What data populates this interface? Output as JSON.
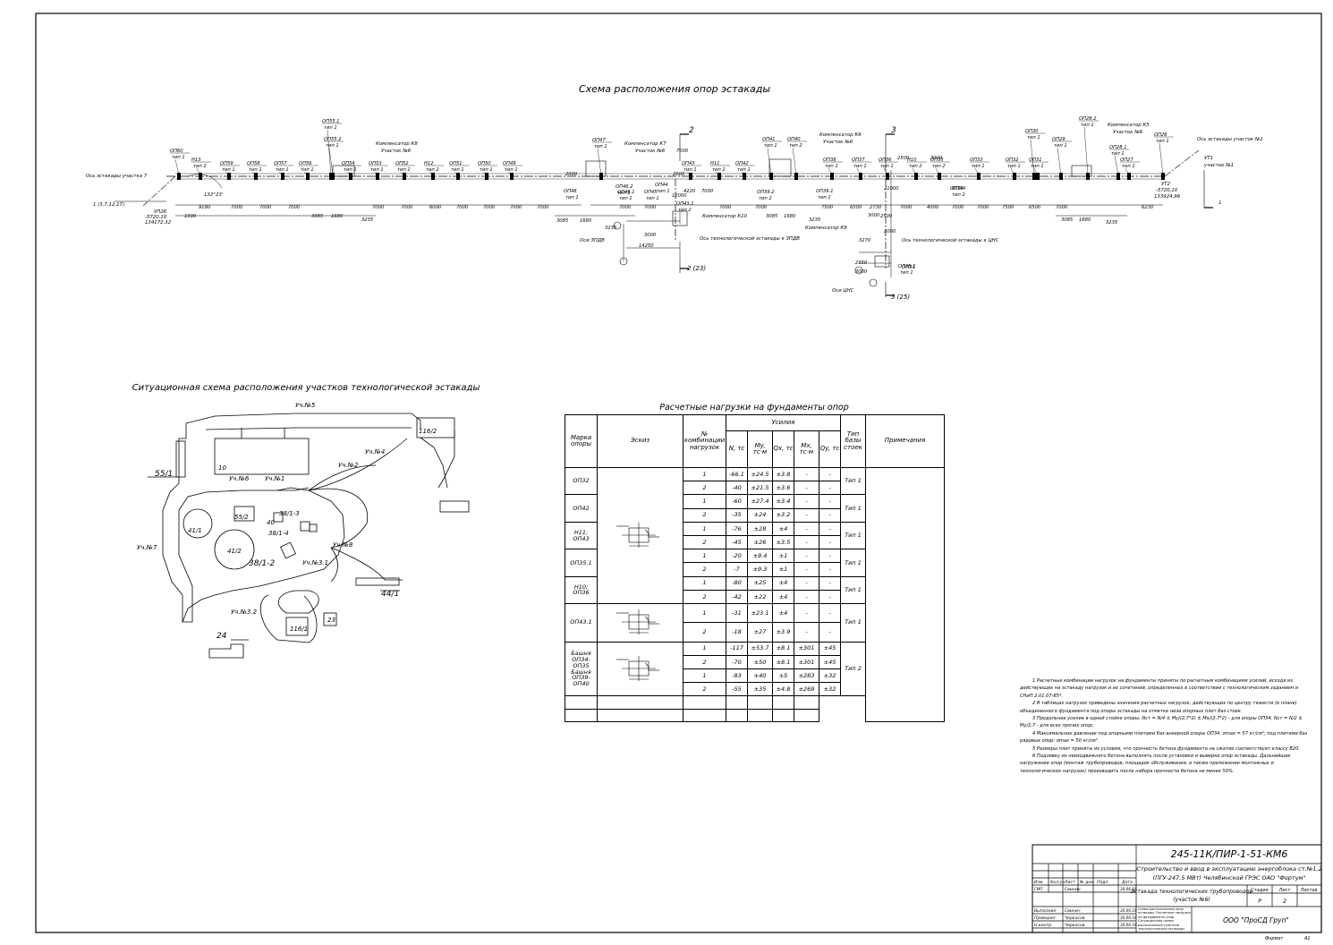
{
  "plan": {
    "title": "Схема расположения опор эстакады",
    "supports_top_left": [
      {
        "name": "ОП60",
        "type": "тип 1"
      },
      {
        "name": "Н13",
        "type": "тип 2"
      },
      {
        "name": "ОП59",
        "type": "тип 1"
      },
      {
        "name": "ОП58",
        "type": "тип 1"
      },
      {
        "name": "ОП57",
        "type": "тип 1"
      },
      {
        "name": "ОП56",
        "type": "тип 1"
      },
      {
        "name": "ОП55.1",
        "type": "тип 1"
      },
      {
        "name": "ОП55.2",
        "type": "тип 1"
      },
      {
        "name": "ОП54",
        "type": "тип 1"
      },
      {
        "name": "ОП53",
        "type": "тип 1"
      },
      {
        "name": "ОП52",
        "type": "тип 1"
      },
      {
        "name": "Н12",
        "type": "тип 2"
      },
      {
        "name": "ОП51",
        "type": "тип 1"
      },
      {
        "name": "ОП50",
        "type": "тип 1"
      },
      {
        "name": "ОП49",
        "type": "тип 1"
      }
    ],
    "supports_top_right": [
      {
        "name": "ОП47",
        "type": "тип 1"
      },
      {
        "name": "ОП43",
        "type": "тип 1"
      },
      {
        "name": "Н11",
        "type": "тип 2"
      },
      {
        "name": "ОП42",
        "type": "тип 1"
      },
      {
        "name": "ОП41",
        "type": "тип 1"
      },
      {
        "name": "ОП40",
        "type": "тип 2"
      },
      {
        "name": "ОП38",
        "type": "тип 1"
      },
      {
        "name": "ОП37",
        "type": "тип 1"
      },
      {
        "name": "ОП36",
        "type": "тип 1"
      },
      {
        "name": "Н10",
        "type": "тип 2"
      },
      {
        "name": "ОП35",
        "type": "тип 2"
      },
      {
        "name": "ОП33",
        "type": "тип 1"
      },
      {
        "name": "ОП32",
        "type": "тип 1"
      },
      {
        "name": "ОП31",
        "type": "тип 1"
      },
      {
        "name": "ОП30",
        "type": "тип 1"
      },
      {
        "name": "ОП29",
        "type": "тип 1"
      },
      {
        "name": "ОП28.2",
        "type": "тип 1"
      },
      {
        "name": "ОП28.1",
        "type": "тип 1"
      },
      {
        "name": "ОП27",
        "type": "тип 1"
      },
      {
        "name": "ОП26",
        "type": "тип 1"
      }
    ],
    "supports_bottom": [
      {
        "name": "ОП48",
        "type": "тип 1"
      },
      {
        "name": "ОП46.2",
        "type": "тип 1"
      },
      {
        "name": "ОП46.1",
        "type": "тип 1"
      },
      {
        "name": "ОП45",
        "type": "тип 1"
      },
      {
        "name": "ОП44",
        "type": "тип 1"
      },
      {
        "name": "ОП39.2",
        "type": "тип 2"
      },
      {
        "name": "ОП39.1",
        "type": "тип 1"
      },
      {
        "name": "ОП34",
        "type": "тип 2"
      },
      {
        "name": "ОП43.1",
        "type": "тип 2"
      },
      {
        "name": "ОП35.1",
        "type": "тип 1"
      }
    ],
    "labels": {
      "k8": "Компенсатор К8",
      "k8_uch": "Участок №6",
      "k7": "Компенсатор К7",
      "k7_uch": "Участок №6",
      "k6": "Компенсатор К6",
      "k6_uch": "Участок №6",
      "k5": "Компенсатор К5",
      "k5_uch": "Участок №6",
      "k10": "Компенсатор К10",
      "k9": "Компенсатор К9",
      "axis_left": "Ось эстакады участка 7",
      "axis_right": "Ось эстакады участок №1",
      "axis_right2": "участок №1",
      "ut1": "УТ1",
      "axis_zpdv": "Ось технологической эстакады к ЗПДВ",
      "axis_tsns": "Ось технологической эстакады к ЦНС",
      "osi_zpdv": "Оси ЗПДВ",
      "osi_tsns": "Оси ЦНС",
      "up26": "УП26",
      "elev_left": "-5720,10",
      "coord_left": "134172,32",
      "ut2": "УТ2",
      "elev_right": "-5720,10",
      "coord_right": "133924,96",
      "angle": "132°23'",
      "section_left": "1 (3,7,12,17)",
      "section_right": "1",
      "sec2": "2",
      "sec2b": "2 (23)",
      "sec3": "3",
      "sec3b": "3 (25)",
      "op31_ref": "ОП31",
      "op34_ref": "ОП34"
    },
    "dims_left": [
      "1000",
      "9190",
      "7000",
      "7000",
      "7000",
      "3085",
      "1680",
      "3235",
      "7000",
      "7000",
      "6000",
      "7000",
      "7000",
      "7000",
      "7000",
      "3085",
      "1680",
      "3235"
    ],
    "dims_right": [
      "7000",
      "7000",
      "7000",
      "7000",
      "3085",
      "1680",
      "3235",
      "7500",
      "6500",
      "2730",
      "7000",
      "4000",
      "7000",
      "7000",
      "7500",
      "6500",
      "7000",
      "3085",
      "1680",
      "3235",
      "6230"
    ],
    "dims_misc": [
      "7000",
      "4220",
      "7000",
      "2000",
      "12000",
      "2000",
      "14250",
      "3000",
      "3000",
      "2500",
      "3270",
      "2350",
      "2000",
      "2000",
      "21000",
      "2500",
      "3000"
    ]
  },
  "situation": {
    "title": "Ситуационная схема расположения участков технологической эстакады",
    "labels": [
      "Уч.№5",
      "116/2",
      "55/1",
      "10",
      "Уч.№6",
      "Уч.№1",
      "Уч.№2",
      "Уч.№4",
      "55/2",
      "38/1-3",
      "40",
      "41/1",
      "38/1-4",
      "41/2",
      "Уч.№8",
      "38/1-2",
      "Уч.№3.1",
      "Уч.№7",
      "44/1",
      "Уч.№3.2",
      "23",
      "116/1",
      "24"
    ]
  },
  "loads": {
    "title": "Расчетные нагрузки на фундаменты опор",
    "headers": {
      "mark": "Марка опоры",
      "sketch": "Эскиз",
      "combo": "№ комбинации нагрузок",
      "forces": "Усилия",
      "n": "N, тс",
      "my": "My, тс·м",
      "qx": "Qx, тс",
      "mx": "Mx, тс·м",
      "qy": "Qy, тс",
      "base": "Тип базы стоек",
      "note": "Примечания"
    },
    "rows": [
      {
        "mark": "ОП32",
        "base": "Тип 1",
        "data": [
          [
            "1",
            "-66.1",
            "±24.5",
            "±3.8",
            "-",
            "-"
          ],
          [
            "2",
            "-40",
            "±21.5",
            "±3.6",
            "-",
            "-"
          ]
        ]
      },
      {
        "mark": "ОП42",
        "base": "Тип 1",
        "data": [
          [
            "1",
            "-60",
            "±27.4",
            "±3.4",
            "-",
            "-"
          ],
          [
            "2",
            "-35",
            "±24",
            "±3.2",
            "-",
            "-"
          ]
        ]
      },
      {
        "mark": "Н11; ОП43",
        "base": "Тип 1",
        "data": [
          [
            "1",
            "-76",
            "±28",
            "±4",
            "-",
            "-"
          ],
          [
            "2",
            "-45",
            "±26",
            "±3.5",
            "-",
            "-"
          ]
        ]
      },
      {
        "mark": "ОП35.1",
        "base": "Тип 1",
        "data": [
          [
            "1",
            "-20",
            "±9.4",
            "±1",
            "-",
            "-"
          ],
          [
            "2",
            "-7",
            "±9.3",
            "±1",
            "-",
            "-"
          ]
        ]
      },
      {
        "mark": "Н10; ОП36",
        "base": "Тип 1",
        "data": [
          [
            "1",
            "-80",
            "±25",
            "±4",
            "-",
            "-"
          ],
          [
            "2",
            "-42",
            "±22",
            "±4",
            "-",
            "-"
          ]
        ]
      },
      {
        "mark": "ОП43.1",
        "base": "Тип 1",
        "data": [
          [
            "1",
            "-31",
            "±23.1",
            "±4",
            "-",
            "-"
          ],
          [
            "2",
            "-18",
            "±27",
            "±3.9",
            "-",
            "-"
          ]
        ]
      },
      {
        "mark": "Башня ОП34-ОП35 Башня ОП39-ОП40",
        "base": "Тип 2",
        "data": [
          [
            "1",
            "-117",
            "±53.7",
            "±8.1",
            "±301",
            "±45"
          ],
          [
            "2",
            "-70",
            "±50",
            "±8.1",
            "±301",
            "±45"
          ],
          [
            "1",
            "-93",
            "±40",
            "±5",
            "±283",
            "±32"
          ],
          [
            "2",
            "-55",
            "±35",
            "±4.8",
            "±269",
            "±32"
          ]
        ]
      }
    ]
  },
  "notes": [
    "1 Расчетные комбинации нагрузок на фундаменты приняты по расчетным комбинациям усилий, исходя из действующих на эстакаду нагрузок и их сочетаний, определенных в соответствии с технологическим заданием и СНиП 2.01.07-85*.",
    "2 В таблицах нагрузок приведены значения расчетных нагрузок, действующих по центру тяжести (в плане) объединенного фундамента под опоры эстакады на отметке низа опорных плит баз стоек.",
    "3 Продольное усилие в одной стойке опоры: Nст = N/4 ± My/(2,7*2) ± Mx/(2,7*2) - для опоры ОП34; Nст = N/2 ± My/2,7 - для всех прочих опор;",
    "4 Максимальное давление под опорными плитами баз анкерной опоры ОП34: σmax = 57 кг/см²; под плитами баз рядовых опор: σmax = 50 кг/см².",
    "5 Размеры плит приняты из условия, что прочность бетона фундамента на сжатие соответствует классу В20.",
    "6 Подливку из неизодвижного бетона выполнять после установки и выверки опор эстакады. Дальнейшее нагружение опор (монтаж трубопроводов, площадок обслуживания, а также приложение монтажных и технологических нагрузок) производить после набора прочности бетона не менее 50%."
  ],
  "titleblock": {
    "code": "245-11К/ПИР-1-51-КМ6",
    "project1": "Строительство и ввод в эксплуатацию энергоблока ст.№1,2",
    "project2": "(ПГУ-247.5 МВт) Челябинской ГРЭС ОАО \"Фортум\"",
    "h_izm": "Изм.",
    "h_kol": "Кол.уч",
    "h_list": "Лист",
    "h_doc": "№ док.",
    "h_podp": "Подп.",
    "h_date": "Дата",
    "gip": "ГИП",
    "gip_name": "Свинич",
    "gip_date": "30.06.16",
    "object1": "Эстакада технологических трубопроводов",
    "object2": "(участок №6)",
    "stage_h": "Стадия",
    "sheet_h": "Лист",
    "sheets_h": "Листов",
    "stage": "Р",
    "sheet": "2",
    "sheets": "",
    "exec_role": "Выполнил",
    "exec_name": "Свинич",
    "exec_date": "30.06.16",
    "check_role": "Проверил",
    "check_name": "Черкасов",
    "check_date": "30.06.16",
    "norm_role": "Н.контр.",
    "norm_name": "Черкасов",
    "norm_date": "30.06.16",
    "sheet_title": "Схема расположения опор эстакады. Расчетные нагрузки на фундаменты опор. Ситуационная схема расположения участков технологической эстакады",
    "company": "ООО \"ПроСД Груп\"",
    "format_label": "Формат",
    "format": "А1"
  }
}
